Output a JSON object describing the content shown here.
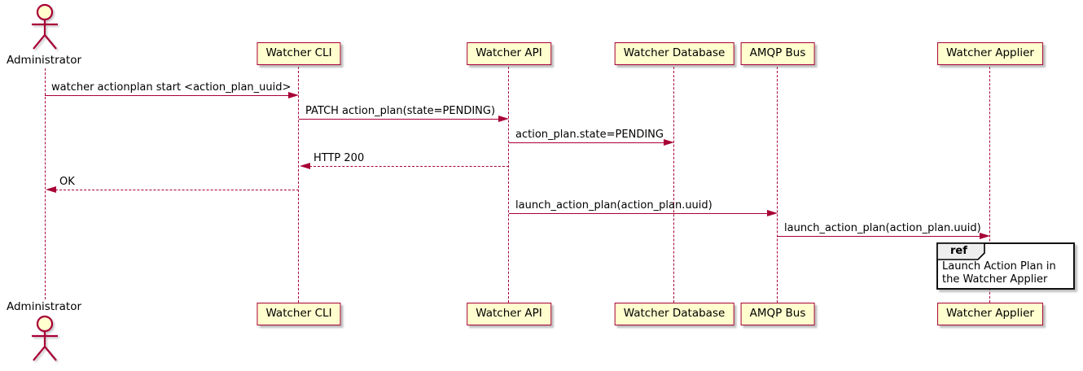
{
  "diagram": {
    "type": "plantuml-sequence",
    "colors": {
      "participant_fill": "#FEFECE",
      "participant_border": "#A80036",
      "arrow": "#A80036",
      "lifeline": "#A80036",
      "ref_header_fill": "#EEEEEE",
      "ref_border": "#000000",
      "text": "#000000"
    },
    "actor": {
      "label": "Administrator"
    },
    "participants": [
      {
        "label": "Watcher CLI"
      },
      {
        "label": "Watcher API"
      },
      {
        "label": "Watcher Database"
      },
      {
        "label": "AMQP Bus"
      },
      {
        "label": "Watcher Applier"
      }
    ],
    "messages": [
      {
        "from": "Administrator",
        "to": "Watcher CLI",
        "style": "solid",
        "label": "watcher actionplan start <action_plan_uuid>"
      },
      {
        "from": "Watcher CLI",
        "to": "Watcher API",
        "style": "solid",
        "label": "PATCH action_plan(state=PENDING)"
      },
      {
        "from": "Watcher API",
        "to": "Watcher Database",
        "style": "solid",
        "label": "action_plan.state=PENDING"
      },
      {
        "from": "Watcher API",
        "to": "Watcher CLI",
        "style": "dashed",
        "label": "HTTP 200"
      },
      {
        "from": "Watcher CLI",
        "to": "Administrator",
        "style": "dashed",
        "label": "OK"
      },
      {
        "from": "Watcher API",
        "to": "AMQP Bus",
        "style": "solid",
        "label": "launch_action_plan(action_plan.uuid)"
      },
      {
        "from": "AMQP Bus",
        "to": "Watcher Applier",
        "style": "solid",
        "label": "launch_action_plan(action_plan.uuid)"
      }
    ],
    "ref": {
      "keyword": "ref",
      "over": "Watcher Applier",
      "label": "Launch Action Plan in the Watcher Applier"
    }
  }
}
